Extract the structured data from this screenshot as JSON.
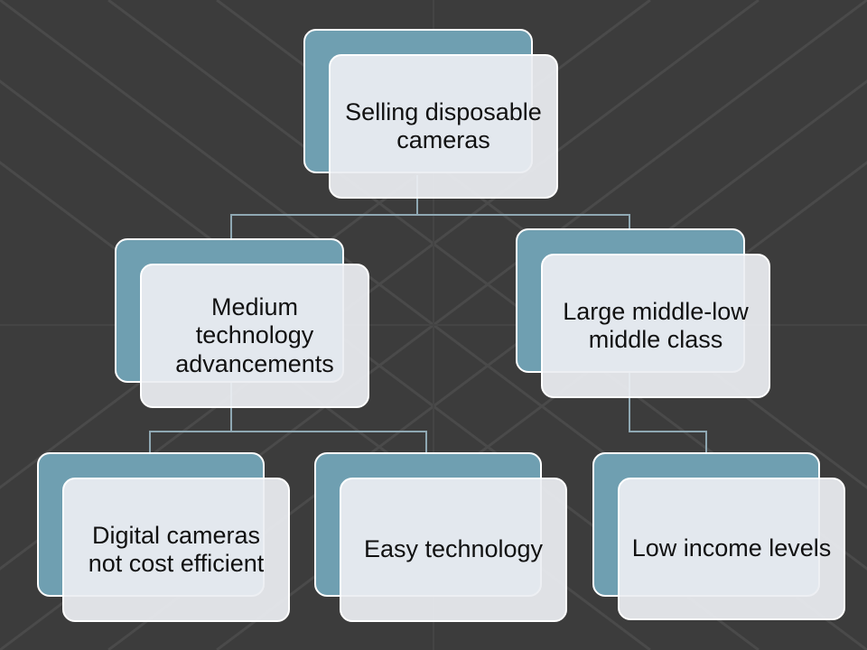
{
  "diagram": {
    "nodes": [
      {
        "id": "root",
        "label": "Selling disposable cameras"
      },
      {
        "id": "tech",
        "label": "Medium technology advancements"
      },
      {
        "id": "class",
        "label": "Large middle-low middle class"
      },
      {
        "id": "digital",
        "label": "Digital cameras not cost efficient"
      },
      {
        "id": "easy",
        "label": "Easy technology"
      },
      {
        "id": "income",
        "label": "Low income levels"
      }
    ],
    "edges": [
      {
        "from": "root",
        "to": "tech"
      },
      {
        "from": "root",
        "to": "class"
      },
      {
        "from": "tech",
        "to": "digital"
      },
      {
        "from": "tech",
        "to": "easy"
      },
      {
        "from": "class",
        "to": "income"
      }
    ]
  },
  "colors": {
    "background": "#3c3c3c",
    "card_back": "#6f9fb1",
    "card_front": "#eceef2",
    "connector": "#8fa8b3"
  }
}
